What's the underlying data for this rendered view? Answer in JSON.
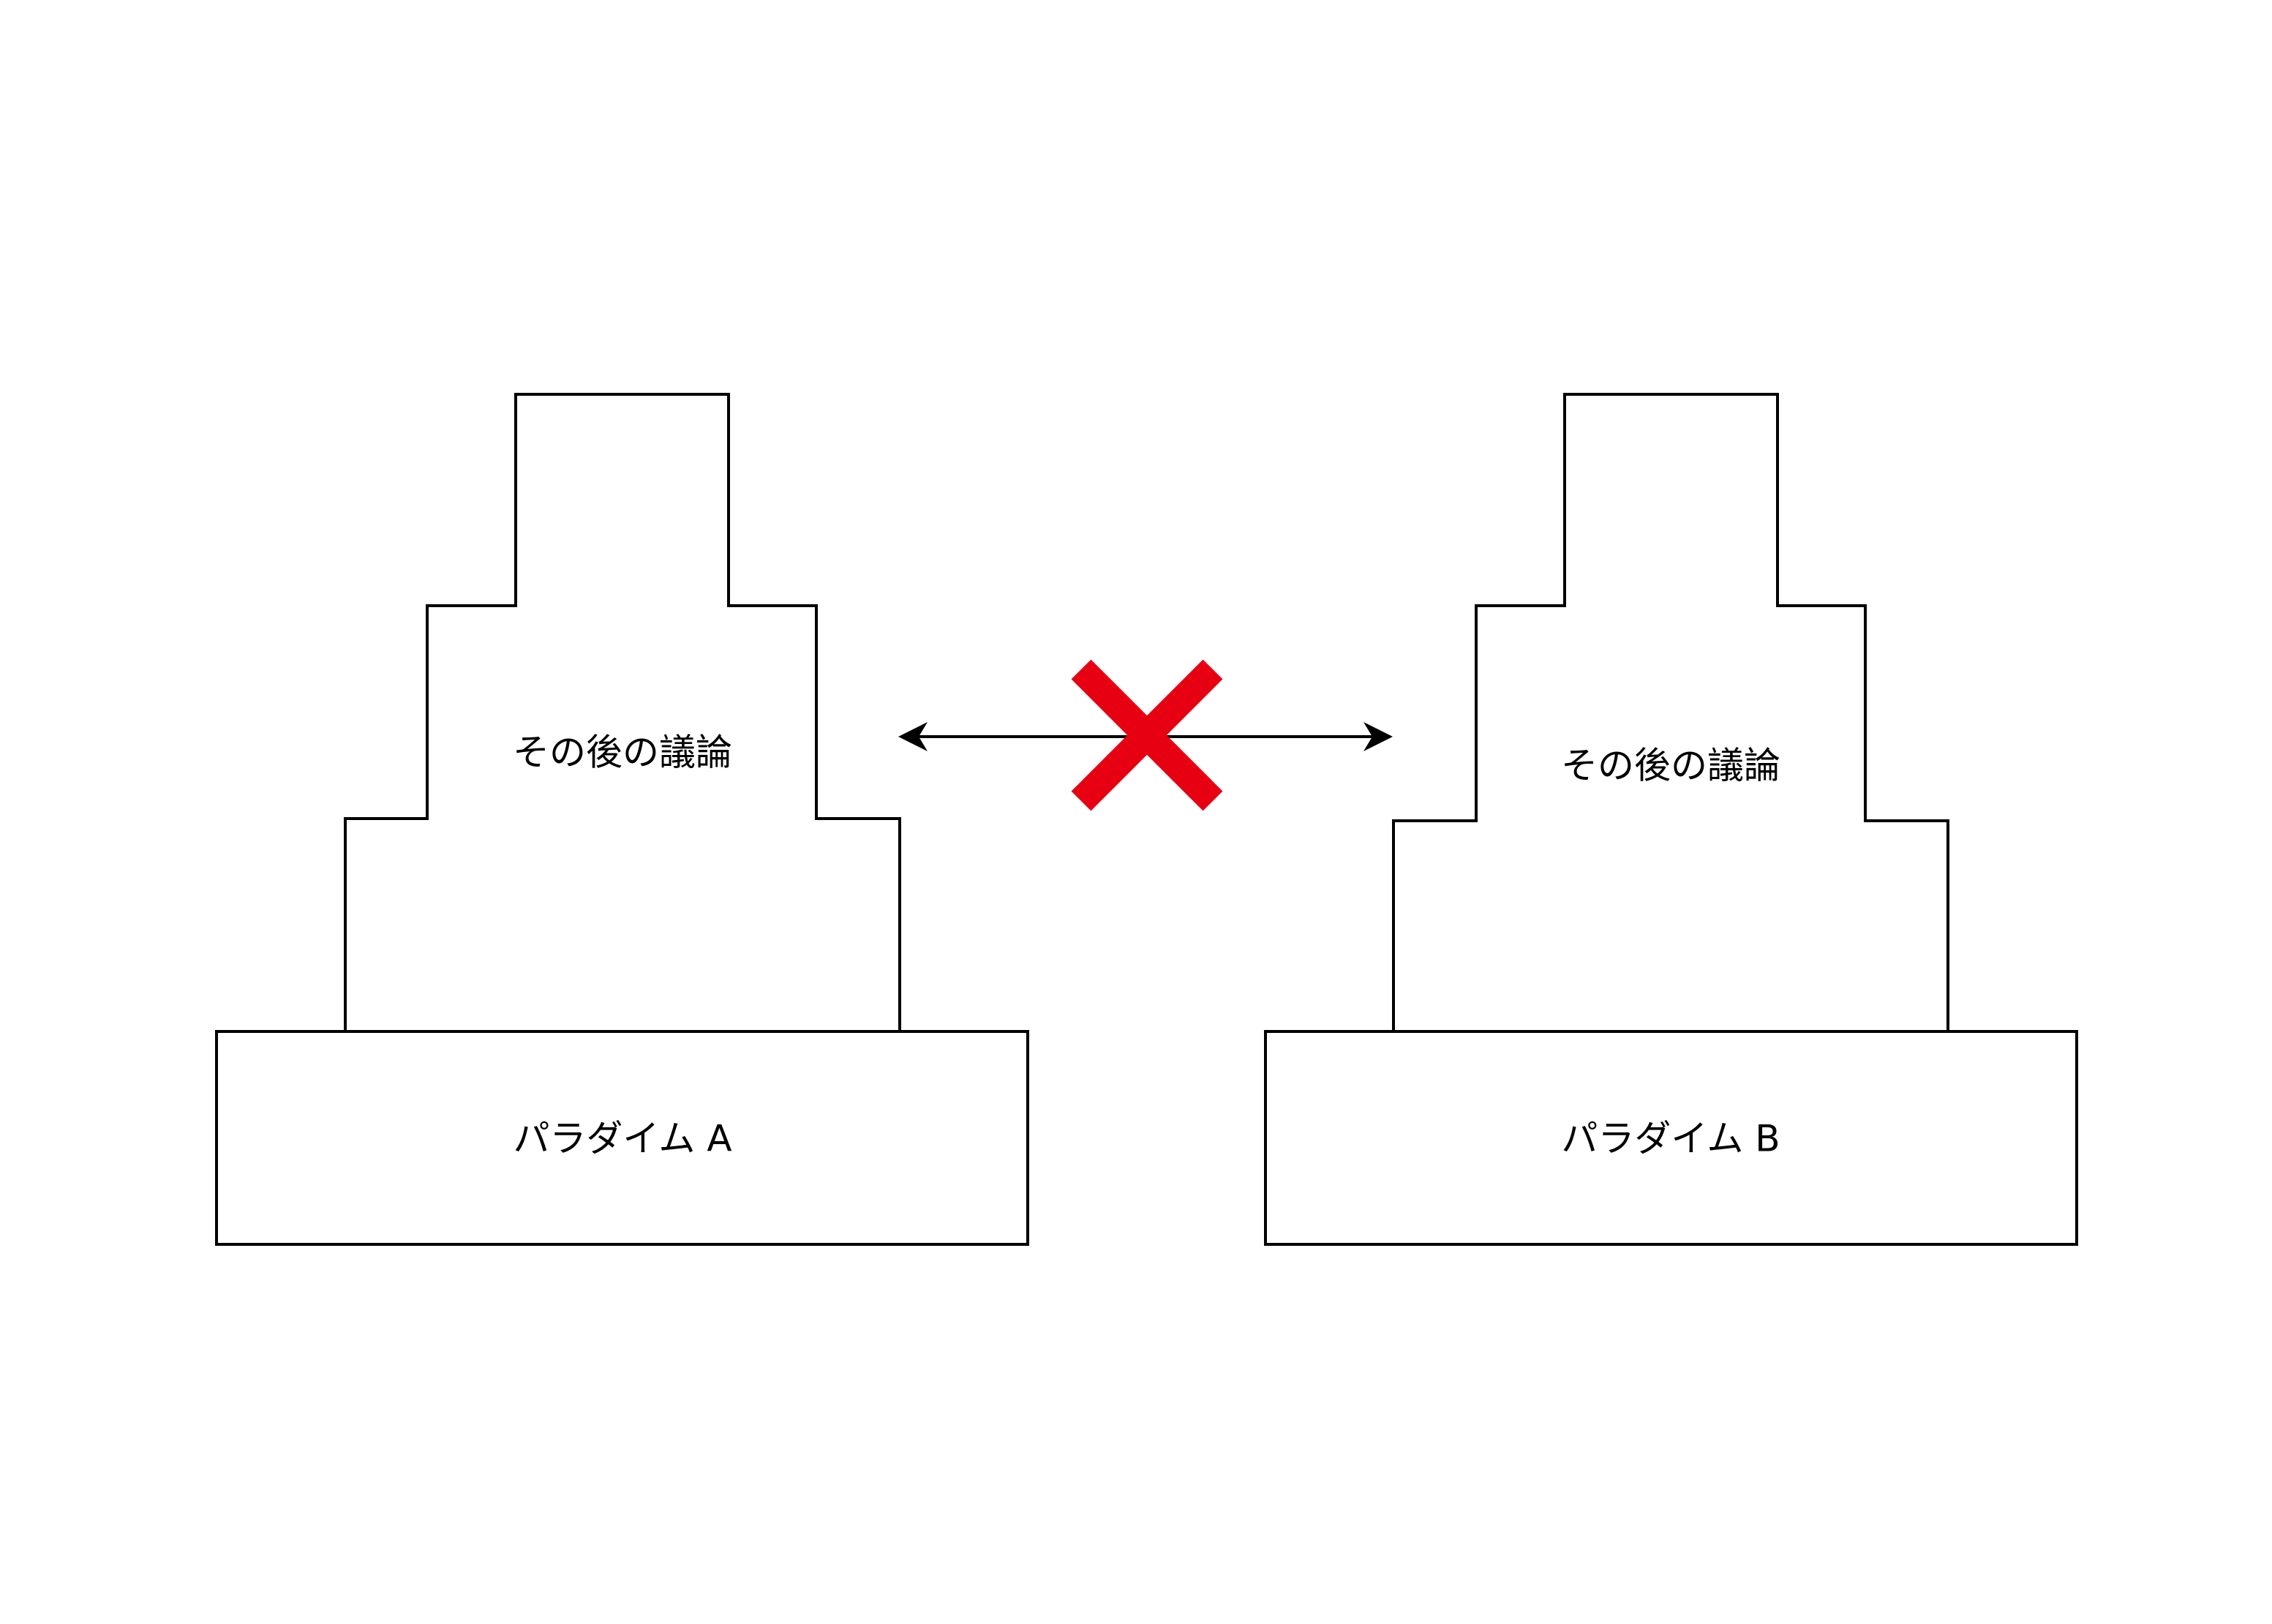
{
  "left_paradigm": {
    "upper_label": "その後の議論",
    "base_label": "パラダイム A"
  },
  "right_paradigm": {
    "upper_label": "その後の議論",
    "base_label": "パラダイム B"
  },
  "colors": {
    "outline": "#000000",
    "cross": "#e60012",
    "background": "#ffffff"
  }
}
